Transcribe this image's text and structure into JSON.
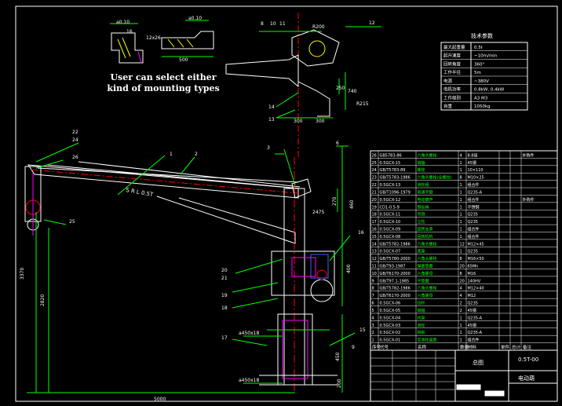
{
  "caption": "User can select either kind of mounting types",
  "colors": {
    "background": "#000000",
    "frame": "#ffffff",
    "outline": "#ffffff",
    "dimension": "#00ff00",
    "center": "#ff0000",
    "magenta": "#ff00ff",
    "hatch": "#ffff00",
    "blue": "#4060ff",
    "table_text": "#ffffff",
    "table_line": "#ffffff",
    "cyan": "#00ffff",
    "table_green": "#00ff00"
  },
  "mounting": {
    "labels": [
      "16",
      "12x26",
      "a0.10",
      "a0.10",
      "500"
    ]
  },
  "top_view": {
    "labels": [
      "8",
      "10",
      "11",
      "12",
      "13",
      "14",
      "R200",
      "R215",
      "300",
      "250",
      "300",
      "740"
    ]
  },
  "crane": {
    "boom_text": "S R L 0.5T",
    "part_labels": [
      "22",
      "24",
      "26",
      "25",
      "1",
      "2",
      "3",
      "6",
      "16",
      "20",
      "21",
      "19",
      "18",
      "17",
      "15",
      "9"
    ],
    "dims": [
      "5000",
      "3370",
      "2820",
      "460",
      "270",
      "400",
      "200",
      "450",
      "2475",
      "a450x18",
      "a450x18"
    ]
  },
  "tech_table": {
    "title": "技术参数",
    "rows": [
      [
        "最大起重量",
        "0.5t"
      ],
      [
        "起升速度",
        "~10m/min"
      ],
      [
        "回转角度",
        "360°"
      ],
      [
        "工作半径",
        "5m"
      ],
      [
        "电源",
        "~380V"
      ],
      [
        "电机功率",
        "0.8kW, 0.4kW"
      ],
      [
        "工作级别",
        "A3  M3"
      ],
      [
        "自重",
        "1050kg"
      ]
    ]
  },
  "bom": {
    "headers": [
      "序号",
      "代号",
      "名称",
      "数量",
      "材料",
      "单件",
      "总计",
      "备注"
    ],
    "rows": [
      [
        "26",
        "GB5783-86",
        "六角头螺栓",
        "4",
        "8.8级",
        "",
        "",
        "外购件"
      ],
      [
        "25",
        "0.5GCX-15",
        "销轴",
        "1",
        "45钢",
        "",
        "",
        ""
      ],
      [
        "24",
        "GB/T5783-89",
        "螺栓",
        "1",
        "10×110",
        "",
        "",
        ""
      ],
      [
        "23",
        "GB/T5783-1986",
        "六角头螺栓(全螺纹)",
        "8",
        "M10×25",
        "",
        "",
        ""
      ],
      [
        "22",
        "0.5GCX-13",
        "滑轮组",
        "1",
        "组合件",
        "",
        "",
        ""
      ],
      [
        "21",
        "GB/T1096-1979",
        "普通平键",
        "1",
        "Q235-A",
        "",
        "",
        ""
      ],
      [
        "20",
        "0.5GCX-12",
        "电动葫芦",
        "1",
        "组合件",
        "",
        "",
        "外购件"
      ],
      [
        "19",
        "CD1-0.5-9",
        "钢丝绳",
        "1",
        "不锈钢",
        "",
        "",
        ""
      ],
      [
        "18",
        "0.5GCX-11",
        "吊臂",
        "1",
        "Q235",
        "",
        "",
        ""
      ],
      [
        "17",
        "0.5GCX-10",
        "立柱",
        "1",
        "Q235",
        "",
        "",
        ""
      ],
      [
        "16",
        "0.5GCX-09",
        "回转支承",
        "1",
        "组合件",
        "",
        "",
        ""
      ],
      [
        "15",
        "0.5GCX-08",
        "回转机构",
        "1",
        "组合件",
        "",
        "",
        ""
      ],
      [
        "14",
        "GB/T5782-1986",
        "六角头螺栓",
        "12",
        "M12×45",
        "",
        "",
        ""
      ],
      [
        "13",
        "0.5GCX-07",
        "底座",
        "1",
        "Q235",
        "",
        "",
        ""
      ],
      [
        "12",
        "GB/T5780-2000",
        "六角头螺栓",
        "8",
        "M16×50",
        "",
        "",
        ""
      ],
      [
        "11",
        "GB/T93-1987",
        "弹簧垫圈",
        "20",
        "65Mn",
        "",
        "",
        ""
      ],
      [
        "10",
        "GB/T6170-2000",
        "六角螺母",
        "8",
        "M16",
        "",
        "",
        ""
      ],
      [
        "9",
        "GB/T97.1-1985",
        "平垫圈",
        "20",
        "140HV",
        "",
        "",
        ""
      ],
      [
        "8",
        "GB/T5782-1986",
        "六角头螺栓",
        "4",
        "M12×40",
        "",
        "",
        ""
      ],
      [
        "7",
        "GB/T6170-2000",
        "六角螺母",
        "4",
        "M12",
        "",
        "",
        ""
      ],
      [
        "6",
        "0.5GCX-06",
        "拉杆",
        "2",
        "Q235",
        "",
        "",
        ""
      ],
      [
        "5",
        "0.5GCX-05",
        "销轴",
        "2",
        "45钢",
        "",
        "",
        ""
      ],
      [
        "4",
        "0.5GCX-04",
        "托架",
        "1",
        "Q235-A",
        "",
        "",
        ""
      ],
      [
        "3",
        "0.5GCX-03",
        "滑轮",
        "1",
        "45钢",
        "",
        "",
        ""
      ],
      [
        "2",
        "0.5GCX-02",
        "挡板",
        "1",
        "Q235-A",
        "",
        "",
        ""
      ],
      [
        "1",
        "0.5GCX-01",
        "定滑轮装置",
        "1",
        "组合件",
        "",
        "",
        ""
      ]
    ]
  },
  "title_block": {
    "drawing_name": "总图",
    "drawing_no": "0.5T-00",
    "product": "电动葫"
  }
}
